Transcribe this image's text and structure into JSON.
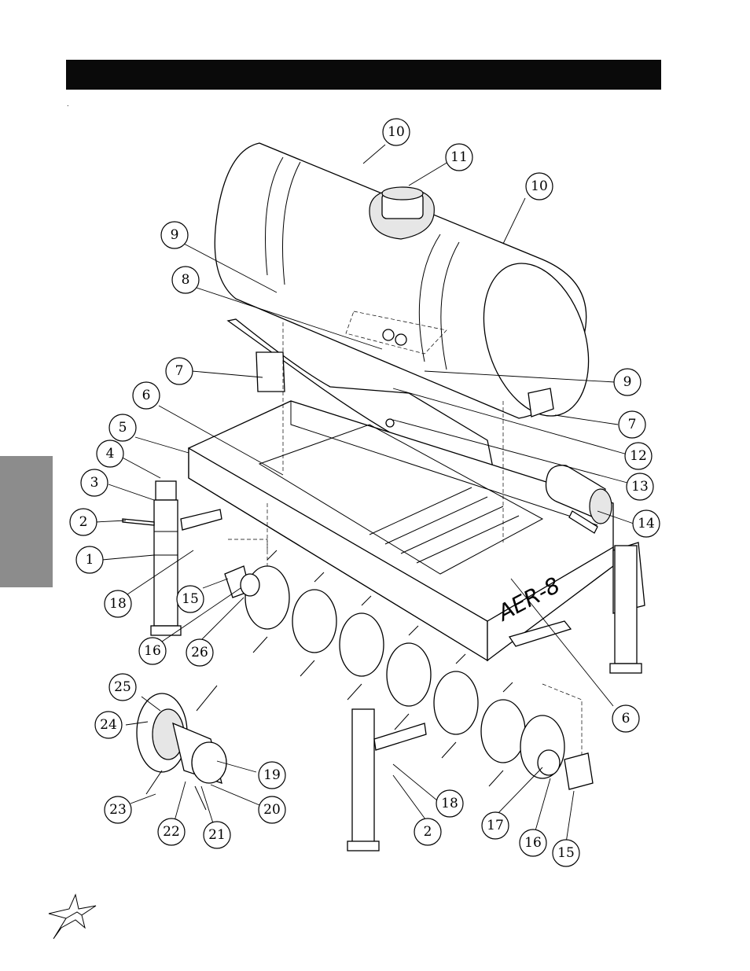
{
  "page": {
    "corner_mark": ".",
    "brand_mark_icon": "star-logo-icon"
  },
  "callouts": [
    {
      "id": "c10a",
      "label": "10"
    },
    {
      "id": "c11",
      "label": "11"
    },
    {
      "id": "c10b",
      "label": "10"
    },
    {
      "id": "c9a",
      "label": "9"
    },
    {
      "id": "c8",
      "label": "8"
    },
    {
      "id": "c7a",
      "label": "7"
    },
    {
      "id": "c9b",
      "label": "9"
    },
    {
      "id": "c6a",
      "label": "6"
    },
    {
      "id": "c7b",
      "label": "7"
    },
    {
      "id": "c5",
      "label": "5"
    },
    {
      "id": "c12",
      "label": "12"
    },
    {
      "id": "c4",
      "label": "4"
    },
    {
      "id": "c13",
      "label": "13"
    },
    {
      "id": "c3",
      "label": "3"
    },
    {
      "id": "c14",
      "label": "14"
    },
    {
      "id": "c2a",
      "label": "2"
    },
    {
      "id": "c1",
      "label": "1"
    },
    {
      "id": "c18a",
      "label": "18"
    },
    {
      "id": "c15a",
      "label": "15"
    },
    {
      "id": "c16a",
      "label": "16"
    },
    {
      "id": "c26",
      "label": "26"
    },
    {
      "id": "c25",
      "label": "25"
    },
    {
      "id": "c6b",
      "label": "6"
    },
    {
      "id": "c24",
      "label": "24"
    },
    {
      "id": "c19",
      "label": "19"
    },
    {
      "id": "c20",
      "label": "20"
    },
    {
      "id": "c18b",
      "label": "18"
    },
    {
      "id": "c23",
      "label": "23"
    },
    {
      "id": "c22",
      "label": "22"
    },
    {
      "id": "c21",
      "label": "21"
    },
    {
      "id": "c2b",
      "label": "2"
    },
    {
      "id": "c17",
      "label": "17"
    },
    {
      "id": "c16b",
      "label": "16"
    },
    {
      "id": "c15b",
      "label": "15"
    }
  ]
}
